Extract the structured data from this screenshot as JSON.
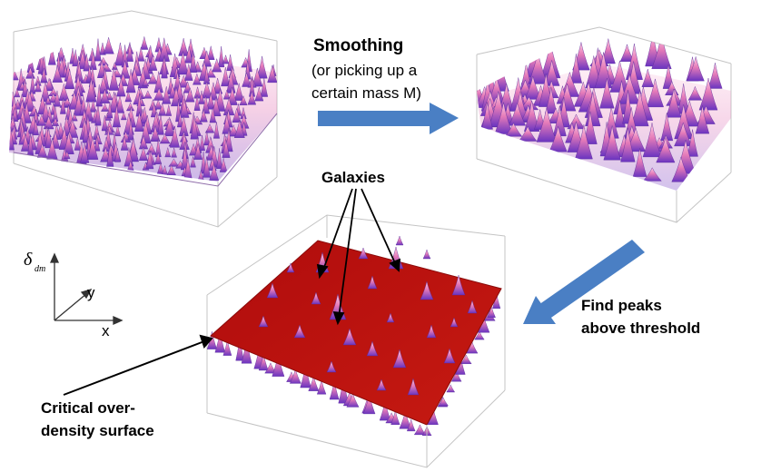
{
  "labels": {
    "smoothing_title": "Smoothing",
    "smoothing_sub_line1": "(or picking up a",
    "smoothing_sub_line2": "certain mass M)",
    "galaxies": "Galaxies",
    "find_peaks_line1": "Find peaks",
    "find_peaks_line2": "above threshold",
    "critical_line1": "Critical over-",
    "critical_line2": "density surface"
  },
  "axes": {
    "delta_symbol": "δ",
    "delta_subscript": "dm",
    "y_label": "y",
    "x_label": "x"
  },
  "colors": {
    "arrow_blue": "#4a7fc4",
    "threshold_plane": "#b8110f",
    "surface_pink": "#f2a8c8",
    "surface_purple": "#7a3ec8",
    "box_edge": "#b8b8b8"
  }
}
